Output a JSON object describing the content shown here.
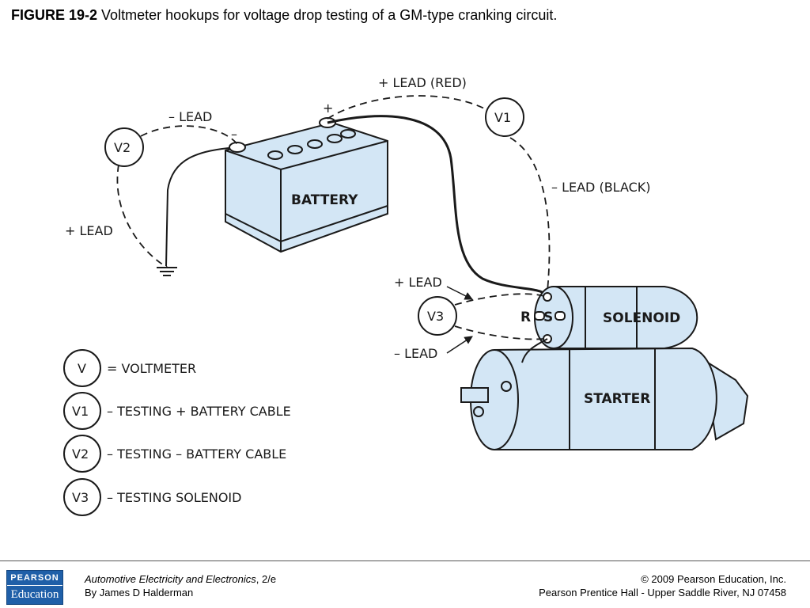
{
  "title": {
    "figure_no": "FIGURE 19-2",
    "caption": "Voltmeter hookups for voltage drop testing of a GM-type cranking circuit."
  },
  "diagram": {
    "battery_label": "BATTERY",
    "battery_pos": "+",
    "battery_neg": "–",
    "solenoid_label": "SOLENOID",
    "starter_label": "STARTER",
    "terminals": "R",
    "terminal_s": "S",
    "meters": {
      "v1": "V1",
      "v2": "V2",
      "v3": "V3"
    },
    "leads": {
      "v1_pos": "+ LEAD (RED)",
      "v1_neg": "– LEAD (BLACK)",
      "v2_neg": "– LEAD",
      "v2_pos": "+ LEAD",
      "v3_pos": "+ LEAD",
      "v3_neg": "– LEAD"
    }
  },
  "legend": [
    {
      "symbol": "V",
      "text": "= VOLTMETER"
    },
    {
      "symbol": "V1",
      "text": "– TESTING + BATTERY CABLE"
    },
    {
      "symbol": "V2",
      "text": "– TESTING – BATTERY CABLE"
    },
    {
      "symbol": "V3",
      "text": "– TESTING SOLENOID"
    }
  ],
  "footer": {
    "logo_top": "PEARSON",
    "logo_bottom": "Education",
    "book_title": "Automotive Electricity and Electronics",
    "book_edition": ", 2/e",
    "author": "By James D Halderman",
    "copyright": "© 2009 Pearson Education, Inc.",
    "publisher": "Pearson Prentice Hall - Upper Saddle River, NJ 07458"
  },
  "colors": {
    "component_fill": "#d3e6f5",
    "logo_blue": "#1f5fa8"
  }
}
